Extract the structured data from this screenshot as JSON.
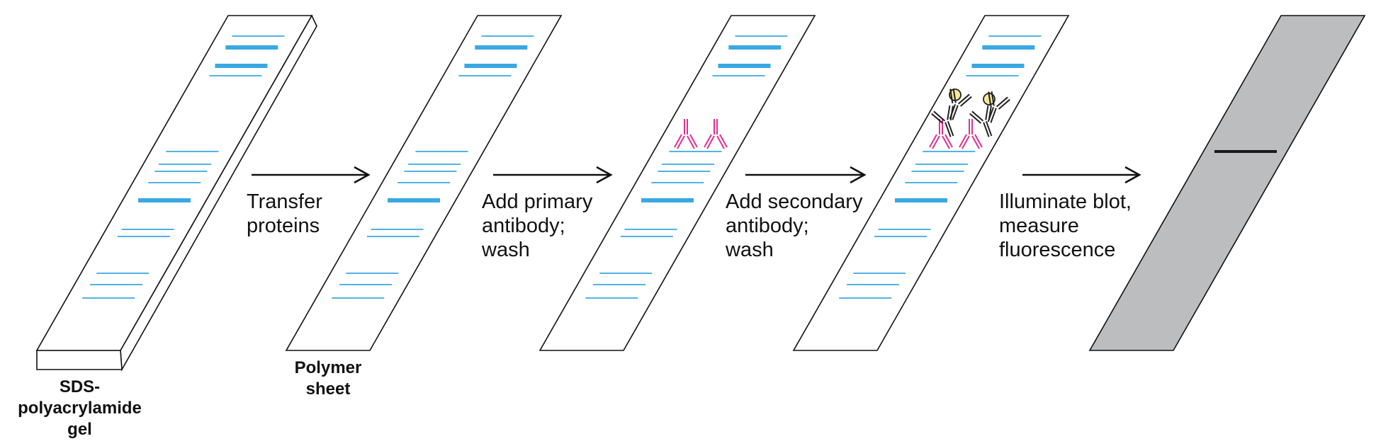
{
  "colors": {
    "band": "#3aa8e3",
    "antibody_primary": "#e0308f",
    "antibody_secondary": "#222222",
    "fluor": "#f7e79a",
    "blot_fill": "#bcbdbf",
    "outline": "#111111"
  },
  "captions": {
    "gel": "SDS-\npolyacrylamide\ngel",
    "sheet": "Polymer\nsheet"
  },
  "steps": [
    "Transfer\nproteins",
    "Add primary\nantibody;\nwash",
    "Add secondary\nantibody;\nwash",
    "Illuminate blot,\nmeasure\nfluorescence"
  ],
  "icons": [
    "arrow-right-icon",
    "primary-antibody-icon",
    "secondary-antibody-icon",
    "fluorophore-icon"
  ]
}
